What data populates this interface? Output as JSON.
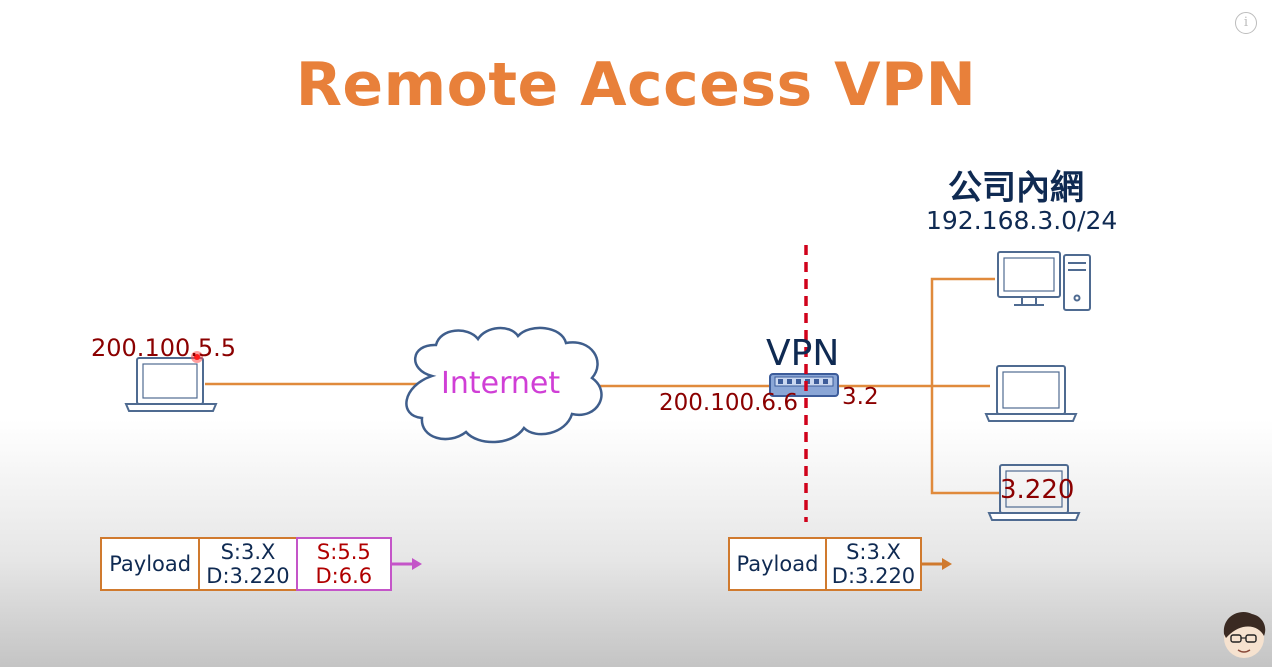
{
  "title": "Remote Access VPN",
  "intranet": {
    "title": "公司內網",
    "subnet": "192.168.3.0/24"
  },
  "labels": {
    "remote_ip": "200.100.5.5",
    "cloud": "Internet",
    "vpn": "VPN",
    "vpn_outside_ip": "200.100.6.6",
    "vpn_inside_ip": "3.2",
    "target_host": "3.220"
  },
  "packet_left": {
    "payload": "Payload",
    "inner_src": "S:3.X",
    "inner_dst": "D:3.220",
    "outer_src": "S:5.5",
    "outer_dst": "D:6.6"
  },
  "packet_right": {
    "payload": "Payload",
    "src": "S:3.X",
    "dst": "D:3.220"
  },
  "icons": [
    "laptop-icon",
    "cloud-icon",
    "router-icon",
    "desktop-computer-icon",
    "info-icon",
    "avatar-icon"
  ],
  "colors": {
    "title": "#E8803A",
    "links": "#E08A3C",
    "ip_labels": "#8B0000",
    "cloud_text": "#D03FD6",
    "boundary": "#D0021B",
    "navy": "#0F2A52"
  }
}
